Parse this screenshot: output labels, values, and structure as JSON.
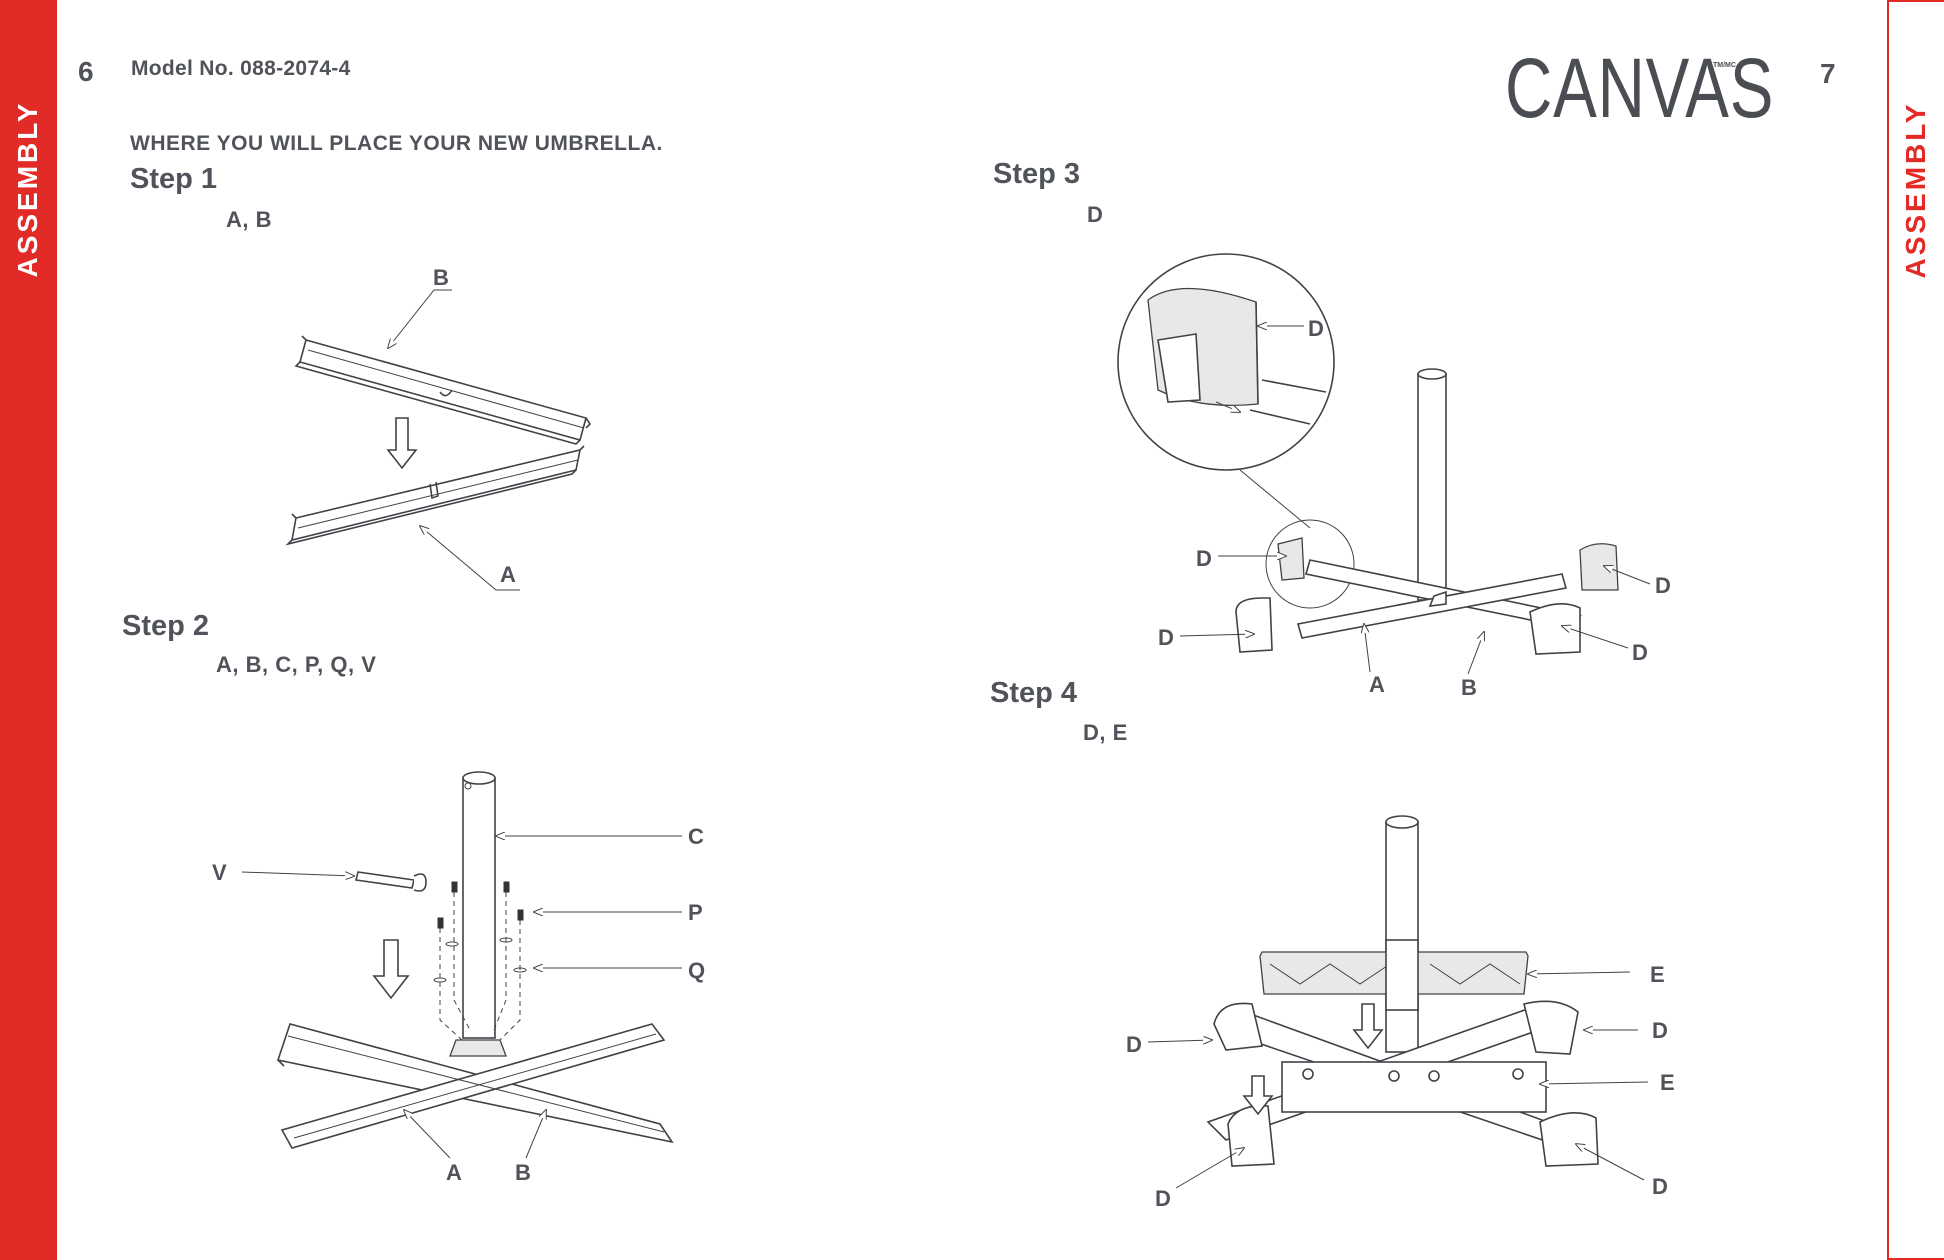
{
  "sidebars": {
    "left_label": "ASSEMBLY",
    "right_label": "ASSEMBLY"
  },
  "left_page": {
    "page_number": "6",
    "model_label": "Model No. 088-2074-4",
    "intro_text": "WHERE YOU WILL PLACE YOUR NEW UMBRELLA.",
    "step1": {
      "title": "Step 1",
      "parts": "A, B",
      "labels": {
        "b": "B",
        "a": "A"
      }
    },
    "step2": {
      "title": "Step 2",
      "parts": "A, B, C, P, Q, V",
      "labels": {
        "c": "C",
        "v": "V",
        "p": "P",
        "q": "Q",
        "a": "A",
        "b": "B"
      }
    }
  },
  "right_page": {
    "page_number": "7",
    "brand": "CANVAS",
    "trademark": "TM/MC",
    "step3": {
      "title": "Step 3",
      "parts": "D",
      "labels": {
        "d_zoom": "D",
        "d_left_top": "D",
        "d_left_bottom": "D",
        "d_right_top": "D",
        "d_right_bottom": "D",
        "a": "A",
        "b": "B"
      }
    },
    "step4": {
      "title": "Step 4",
      "parts": "D, E",
      "labels": {
        "e_top": "E",
        "e_mid": "E",
        "d_left": "D",
        "d_right": "D",
        "d_bottom_left": "D",
        "d_bottom_right": "D"
      }
    }
  },
  "colors": {
    "accent_red": "#e22a26",
    "text_gray": "#505359"
  }
}
